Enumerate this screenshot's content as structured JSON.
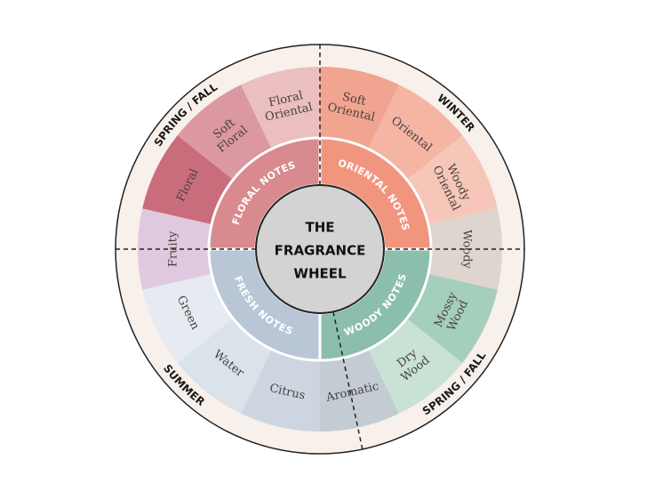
{
  "center_title": [
    "THE",
    "FRAGRANCE",
    "WHEEL"
  ],
  "families": [
    {
      "key": "floral",
      "label": "FLORAL NOTES",
      "color": "#d98a8f"
    },
    {
      "key": "oriental",
      "label": "ORIENTAL NOTES",
      "color": "#f2957f"
    },
    {
      "key": "woody",
      "label": "WOODY NOTES",
      "color": "#8bbfac"
    },
    {
      "key": "fresh",
      "label": "FRESH NOTES",
      "color": "#b9c6d6"
    }
  ],
  "segments": [
    {
      "label": "Soft Oriental",
      "lines": [
        "Soft",
        "Oriental"
      ],
      "family": "oriental",
      "color": "#f1a48f"
    },
    {
      "label": "Oriental",
      "lines": [
        "Oriental"
      ],
      "family": "oriental",
      "color": "#f4b5a3"
    },
    {
      "label": "Woody Oriental",
      "lines": [
        "Woody",
        "Oriental"
      ],
      "family": "oriental",
      "color": "#f6c7b8"
    },
    {
      "label": "Woody",
      "lines": [
        "Woody"
      ],
      "family": "woody",
      "color": "#dfd5cf"
    },
    {
      "label": "Mossy Wood",
      "lines": [
        "Mossy",
        "Wood"
      ],
      "family": "woody",
      "color": "#a5cfbd"
    },
    {
      "label": "Dry Wood",
      "lines": [
        "Dry",
        "Wood"
      ],
      "family": "woody",
      "color": "#c8e2d6"
    },
    {
      "label": "Aromatic",
      "lines": [
        "Aromatic"
      ],
      "family": "fresh",
      "color": "#c3ccd3"
    },
    {
      "label": "Citrus",
      "lines": [
        "Citrus"
      ],
      "family": "fresh",
      "color": "#cdd6e0"
    },
    {
      "label": "Water",
      "lines": [
        "Water"
      ],
      "family": "fresh",
      "color": "#dae2ea"
    },
    {
      "label": "Green",
      "lines": [
        "Green"
      ],
      "family": "fresh",
      "color": "#e6ebf1"
    },
    {
      "label": "Fruity",
      "lines": [
        "Fruity"
      ],
      "family": "floral",
      "color": "#e0c9df"
    },
    {
      "label": "Floral",
      "lines": [
        "Floral"
      ],
      "family": "floral",
      "color": "#c96d7c"
    },
    {
      "label": "Soft Floral",
      "lines": [
        "Soft",
        "Floral"
      ],
      "family": "floral",
      "color": "#dc98a1"
    },
    {
      "label": "Floral Oriental",
      "lines": [
        "Floral",
        "Oriental"
      ],
      "family": "floral",
      "color": "#ebbfbf"
    }
  ],
  "seasons": [
    {
      "label": "WINTER"
    },
    {
      "label": "SPRING / FALL"
    },
    {
      "label": "SUMMER"
    },
    {
      "label": "SPRING / FALL"
    }
  ],
  "colors": {
    "outer_ring": "#f8f0ea",
    "center_disc": "#d3d3d3",
    "outline": "#222222"
  }
}
